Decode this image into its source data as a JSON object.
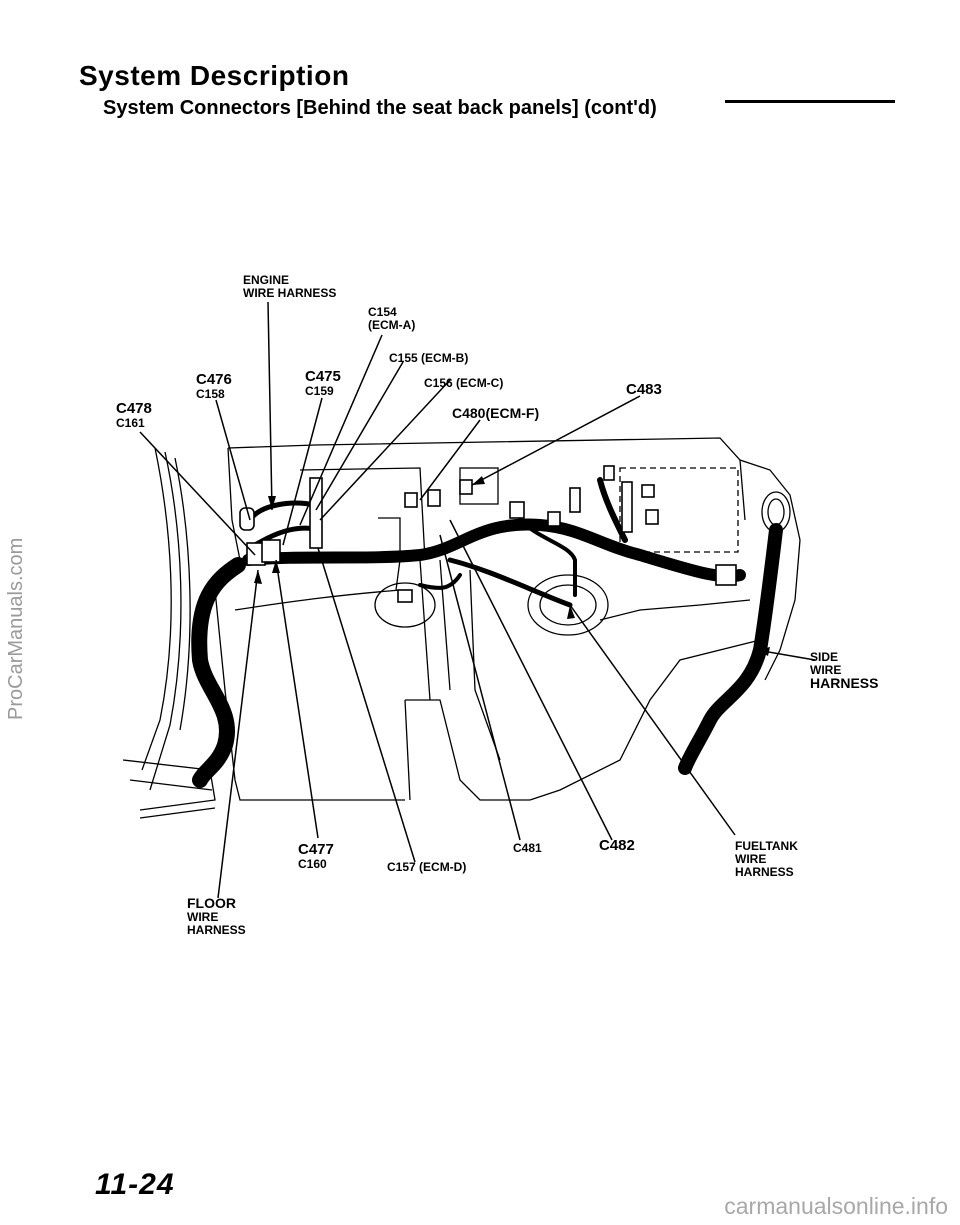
{
  "header": {
    "title": "System Description",
    "subtitle": "System Connectors [Behind the seat back panels] (cont'd)"
  },
  "labels": {
    "engine_wire_harness": [
      "ENGINE",
      "WIRE HARNESS"
    ],
    "c154": [
      "C154",
      "(ECM-A)"
    ],
    "c155": "C155 (ECM-B)",
    "c156": "C156 (ECM-C)",
    "c476": "C476",
    "c158": "C158",
    "c475": "C475",
    "c159": "C159",
    "c478": "C478",
    "c161": "C161",
    "c483": "C483",
    "c480": "C480(ECM-F)",
    "side_wire_harness": [
      "SIDE",
      "WIRE",
      "HARNESS"
    ],
    "c477": "C477",
    "c160": "C160",
    "c157": "C157 (ECM-D)",
    "c481": "C481",
    "c482": "C482",
    "fuel_tank_wire_harness": [
      "FUELTANK",
      "WIRE",
      "HARNESS"
    ],
    "floor_wire_harness": [
      "FLOOR",
      "WIRE",
      "HARNESS"
    ]
  },
  "footer": {
    "page_number": "11-24",
    "bottom_watermark": "carmanualsonline.info",
    "side_watermark": "ProCarManuals.com"
  }
}
